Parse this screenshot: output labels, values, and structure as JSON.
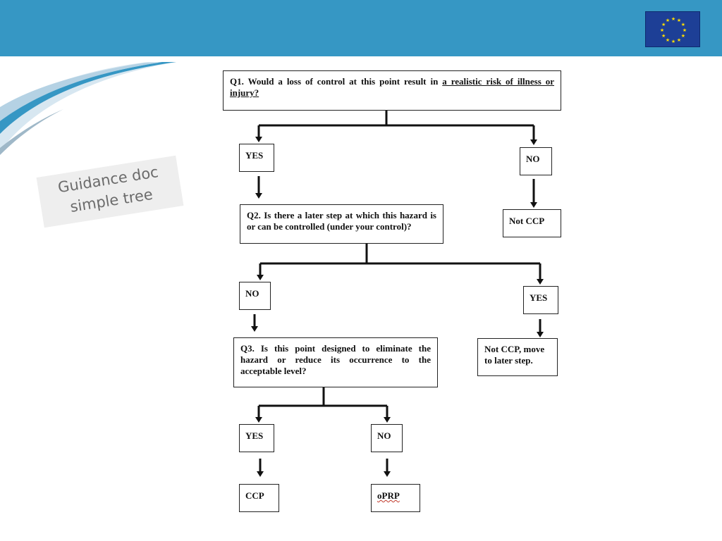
{
  "sidebar_label": {
    "line1": "Guidance doc",
    "line2": "simple tree"
  },
  "colors": {
    "header_bar": "#3697c4",
    "flag_blue": "#1d3f96",
    "flag_stars": "#ffdd00"
  },
  "tree": {
    "q1": {
      "text_before": "Q1. Would a loss of control at this point result in ",
      "text_underlined": "a realistic risk of illness or injury?"
    },
    "q1_yes": "YES",
    "q1_no": "NO",
    "q1_no_result": "Not CCP",
    "q2": {
      "text": "Q2. Is there a later step at which this hazard is or can be controlled (under your control)?"
    },
    "q2_no": "NO",
    "q2_yes": "YES",
    "q2_yes_result": "Not CCP, move to later step.",
    "q3": {
      "text": "Q3. Is this point designed to eliminate the hazard or reduce its occurrence to the acceptable level?"
    },
    "q3_yes": "YES",
    "q3_no": "NO",
    "q3_yes_result": "CCP",
    "q3_no_result": "oPRP"
  }
}
